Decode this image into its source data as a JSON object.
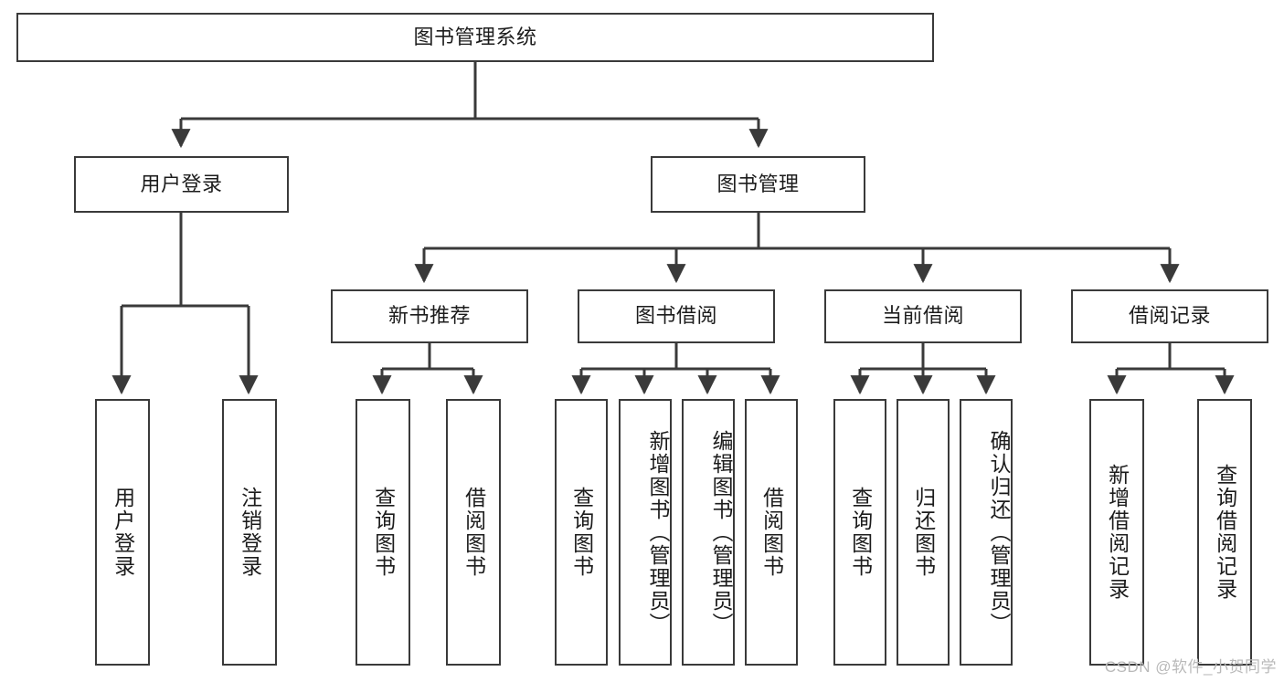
{
  "diagram": {
    "title": "图书管理系统",
    "type": "tree-hierarchy",
    "colors": {
      "stroke": "#3a3a3a",
      "fill": "#ffffff",
      "text": "#1c1c1c",
      "watermark": "#b9b9b9"
    },
    "root": {
      "label": "图书管理系统"
    },
    "level2": [
      {
        "label": "用户登录"
      },
      {
        "label": "图书管理"
      }
    ],
    "level3": [
      {
        "label": "新书推荐"
      },
      {
        "label": "图书借阅"
      },
      {
        "label": "当前借阅"
      },
      {
        "label": "借阅记录"
      }
    ],
    "leaves": {
      "user_login": [
        {
          "label": "用户登录"
        },
        {
          "label": "注销登录"
        }
      ],
      "new_book_recommend": [
        {
          "label": "查询图书"
        },
        {
          "label": "借阅图书"
        }
      ],
      "book_borrow": [
        {
          "label": "查询图书"
        },
        {
          "label": "新增图书（管理员）"
        },
        {
          "label": "编辑图书（管理员）"
        },
        {
          "label": "借阅图书"
        }
      ],
      "current_borrow": [
        {
          "label": "查询图书"
        },
        {
          "label": "归还图书"
        },
        {
          "label": "确认归还（管理员）"
        }
      ],
      "borrow_record": [
        {
          "label": "新增借阅记录"
        },
        {
          "label": "查询借阅记录"
        }
      ]
    },
    "watermark": "CSDN @软件_小贺同学"
  }
}
